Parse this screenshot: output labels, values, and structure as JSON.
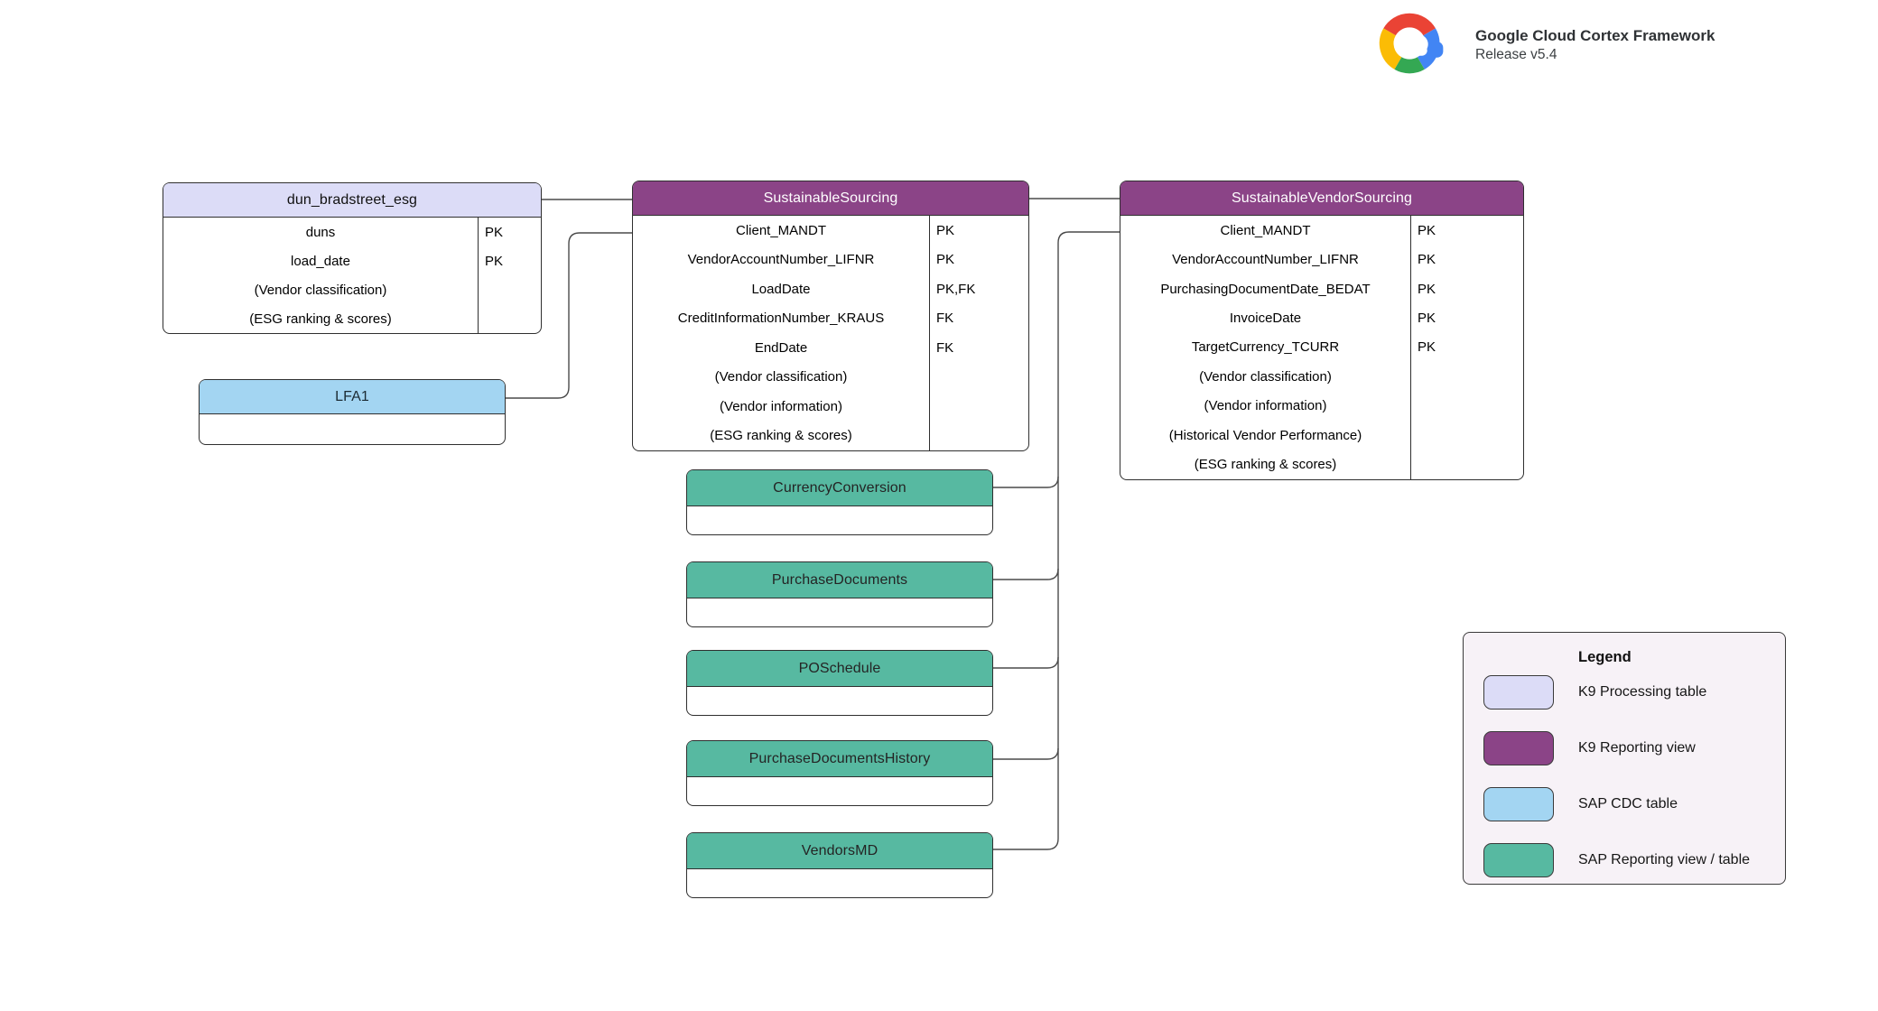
{
  "header": {
    "title": "Google Cloud Cortex Framework",
    "subtitle": "Release v5.4",
    "logo": "google-cloud-logo"
  },
  "colors": {
    "k9_processing": "#dcdcf7",
    "k9_reporting": "#8b4487",
    "sap_cdc": "#a3d5f2",
    "sap_reporting": "#57b9a1",
    "connector_line": "#4a4a4a",
    "legend_background": "#f7f2f7"
  },
  "tables": [
    {
      "id": "dun_bradstreet_esg",
      "name": "dun_bradstreet_esg",
      "type": "k9_processing",
      "fields": [
        {
          "name": "duns",
          "key": "PK"
        },
        {
          "name": "load_date",
          "key": "PK"
        },
        {
          "name": "(Vendor classification)",
          "key": ""
        },
        {
          "name": "(ESG ranking & scores)",
          "key": ""
        }
      ]
    },
    {
      "id": "SustainableSourcing",
      "name": "SustainableSourcing",
      "type": "k9_reporting",
      "fields": [
        {
          "name": "Client_MANDT",
          "key": "PK"
        },
        {
          "name": "VendorAccountNumber_LIFNR",
          "key": "PK"
        },
        {
          "name": "LoadDate",
          "key": "PK,FK"
        },
        {
          "name": "CreditInformationNumber_KRAUS",
          "key": "FK"
        },
        {
          "name": "EndDate",
          "key": "FK"
        },
        {
          "name": "(Vendor classification)",
          "key": ""
        },
        {
          "name": "(Vendor information)",
          "key": ""
        },
        {
          "name": "(ESG ranking & scores)",
          "key": ""
        }
      ]
    },
    {
      "id": "SustainableVendorSourcing",
      "name": "SustainableVendorSourcing",
      "type": "k9_reporting",
      "fields": [
        {
          "name": "Client_MANDT",
          "key": "PK"
        },
        {
          "name": "VendorAccountNumber_LIFNR",
          "key": "PK"
        },
        {
          "name": "PurchasingDocumentDate_BEDAT",
          "key": "PK"
        },
        {
          "name": "InvoiceDate",
          "key": "PK"
        },
        {
          "name": "TargetCurrency_TCURR",
          "key": "PK"
        },
        {
          "name": "(Vendor classification)",
          "key": ""
        },
        {
          "name": "(Vendor information)",
          "key": ""
        },
        {
          "name": "(Historical Vendor Performance)",
          "key": ""
        },
        {
          "name": "(ESG ranking & scores)",
          "key": ""
        }
      ]
    },
    {
      "id": "LFA1",
      "name": "LFA1",
      "type": "sap_cdc",
      "fields": []
    },
    {
      "id": "CurrencyConversion",
      "name": "CurrencyConversion",
      "type": "sap_reporting",
      "fields": []
    },
    {
      "id": "PurchaseDocuments",
      "name": "PurchaseDocuments",
      "type": "sap_reporting",
      "fields": []
    },
    {
      "id": "POSchedule",
      "name": "POSchedule",
      "type": "sap_reporting",
      "fields": []
    },
    {
      "id": "PurchaseDocumentsHistory",
      "name": "PurchaseDocumentsHistory",
      "type": "sap_reporting",
      "fields": []
    },
    {
      "id": "VendorsMD",
      "name": "VendorsMD",
      "type": "sap_reporting",
      "fields": []
    }
  ],
  "connections": [
    {
      "from": "dun_bradstreet_esg",
      "to": "SustainableSourcing"
    },
    {
      "from": "LFA1",
      "to": "SustainableSourcing"
    },
    {
      "from": "SustainableSourcing",
      "to": "SustainableVendorSourcing"
    },
    {
      "from": "CurrencyConversion",
      "to": "SustainableVendorSourcing"
    },
    {
      "from": "PurchaseDocuments",
      "to": "SustainableVendorSourcing"
    },
    {
      "from": "POSchedule",
      "to": "SustainableVendorSourcing"
    },
    {
      "from": "PurchaseDocumentsHistory",
      "to": "SustainableVendorSourcing"
    },
    {
      "from": "VendorsMD",
      "to": "SustainableVendorSourcing"
    }
  ],
  "legend": {
    "title": "Legend",
    "items": [
      {
        "label": "K9 Processing table",
        "type": "k9_processing"
      },
      {
        "label": "K9 Reporting view",
        "type": "k9_reporting"
      },
      {
        "label": "SAP CDC table",
        "type": "sap_cdc"
      },
      {
        "label": "SAP Reporting view / table",
        "type": "sap_reporting"
      }
    ]
  }
}
